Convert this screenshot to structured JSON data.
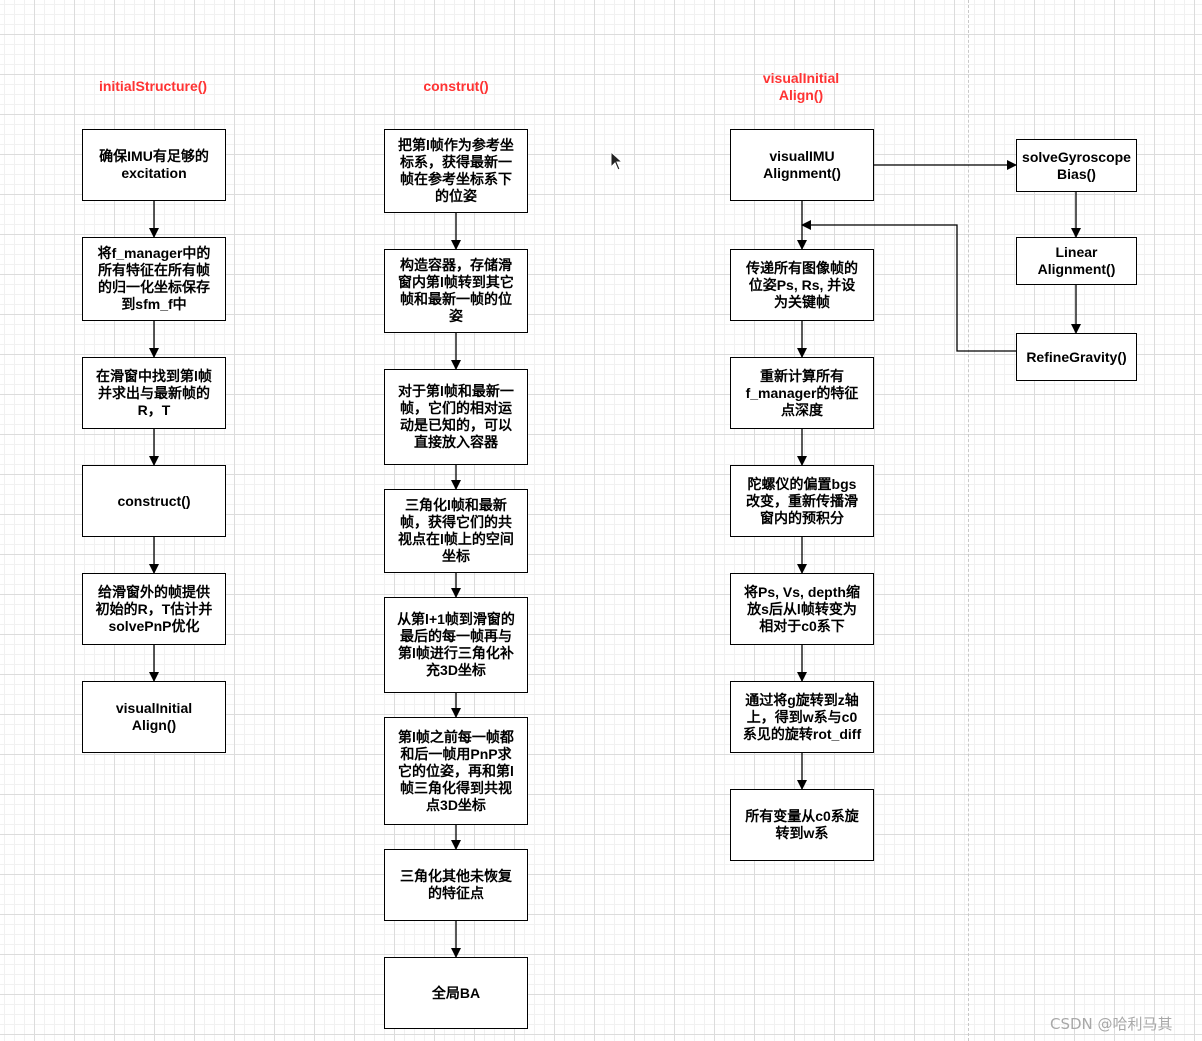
{
  "titles": {
    "initial_structure": "initialStructure()",
    "construt": "construt()",
    "visual_initial_align": "visualInitial\nAlign()"
  },
  "col1": [
    "确保IMU有足够的\nexcitation",
    "将f_manager中的\n所有特征在所有帧\n的归一化坐标保存\n到sfm_f中",
    "在滑窗中找到第l帧\n并求出与最新帧的\nR，T",
    "construct()",
    "给滑窗外的帧提供\n初始的R，T估计并\nsolvePnP优化",
    "visualInitial\nAlign()"
  ],
  "col2": [
    "把第l帧作为参考坐\n标系，获得最新一\n帧在参考坐标系下\n的位姿",
    "构造容器，存储滑\n窗内第l帧转到其它\n帧和最新一帧的位\n姿",
    "对于第l帧和最新一\n帧，它们的相对运\n动是已知的，可以\n直接放入容器",
    "三角化l帧和最新\n帧，获得它们的共\n视点在l帧上的空间\n坐标",
    "从第l+1帧到滑窗的\n最后的每一帧再与\n第l帧进行三角化补\n充3D坐标",
    "第l帧之前每一帧都\n和后一帧用PnP求\n它的位姿，再和第l\n帧三角化得到共视\n点3D坐标",
    "三角化其他未恢复\n的特征点",
    "全局BA"
  ],
  "col3": [
    "visualIMU\nAlignment()",
    "传递所有图像帧的\n位姿Ps, Rs, 并设\n为关键帧",
    "重新计算所有\nf_manager的特征\n点深度",
    "陀螺仪的偏置bgs\n改变，重新传播滑\n窗内的预积分",
    "将Ps, Vs, depth缩\n放s后从l帧转变为\n相对于c0系下",
    "通过将g旋转到z轴\n上，得到w系与c0\n系见的旋转rot_diff",
    "所有变量从c0系旋\n转到w系"
  ],
  "col4": [
    "solveGyroscope\nBias()",
    "Linear\nAlignment()",
    "RefineGravity()"
  ],
  "watermark": "CSDN @哈利马其",
  "colors": {
    "title": "#ff3333",
    "stroke": "#000000",
    "grid": "#dcdcdc"
  },
  "icons": {
    "cursor": "mouse-pointer-icon"
  }
}
